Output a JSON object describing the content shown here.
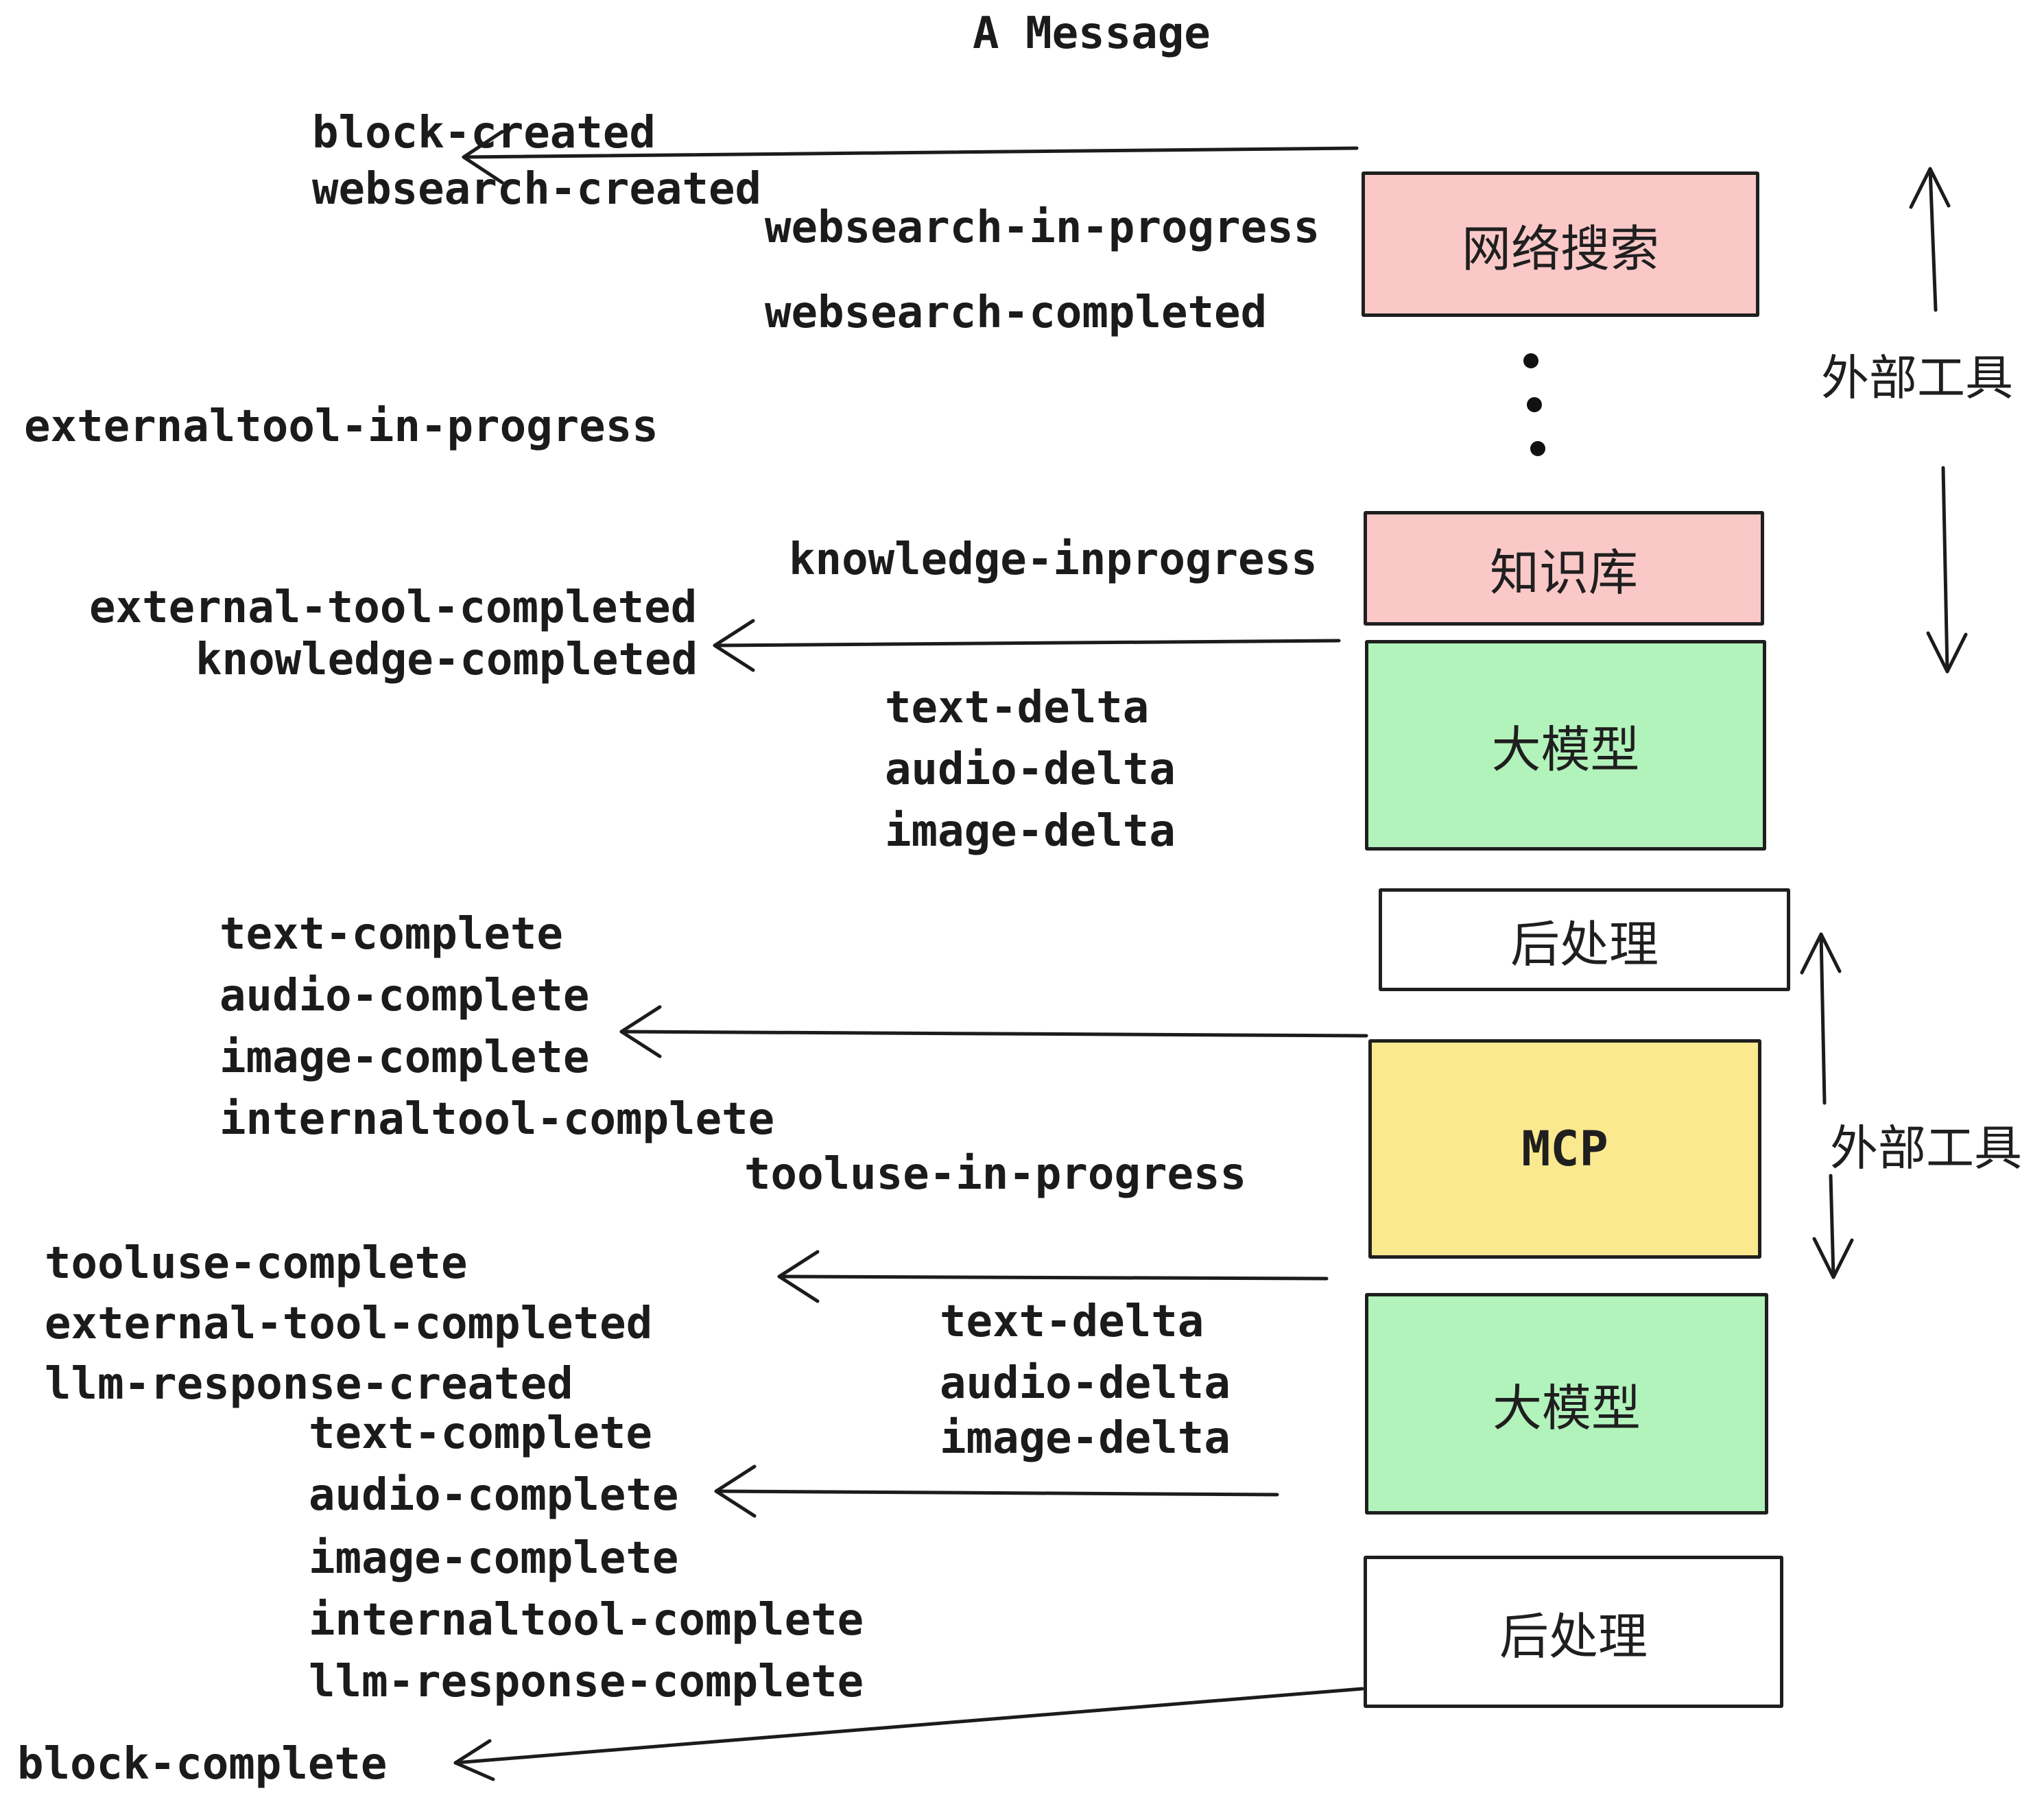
{
  "title": "A Message",
  "events": [
    {
      "id": "block-created",
      "text": "block-created"
    },
    {
      "id": "websearch-created",
      "text": "websearch-created"
    },
    {
      "id": "websearch-in-progress",
      "text": "websearch-in-progress"
    },
    {
      "id": "websearch-completed",
      "text": "websearch-completed"
    },
    {
      "id": "externaltool-in-progress",
      "text": "externaltool-in-progress"
    },
    {
      "id": "knowledge-inprogress",
      "text": "knowledge-inprogress"
    },
    {
      "id": "external-tool-completed-1",
      "text": "external-tool-completed"
    },
    {
      "id": "knowledge-completed",
      "text": "knowledge-completed"
    },
    {
      "id": "text-delta-1",
      "text": "text-delta"
    },
    {
      "id": "audio-delta-1",
      "text": "audio-delta"
    },
    {
      "id": "image-delta-1",
      "text": "image-delta"
    },
    {
      "id": "text-complete-1",
      "text": "text-complete"
    },
    {
      "id": "audio-complete-1",
      "text": "audio-complete"
    },
    {
      "id": "image-complete-1",
      "text": "image-complete"
    },
    {
      "id": "internaltool-complete-1",
      "text": "internaltool-complete"
    },
    {
      "id": "tooluse-in-progress",
      "text": "tooluse-in-progress"
    },
    {
      "id": "tooluse-complete",
      "text": "tooluse-complete"
    },
    {
      "id": "external-tool-completed-2",
      "text": "external-tool-completed"
    },
    {
      "id": "llm-response-created",
      "text": "llm-response-created"
    },
    {
      "id": "text-complete-2",
      "text": "text-complete"
    },
    {
      "id": "audio-complete-2",
      "text": "audio-complete"
    },
    {
      "id": "image-complete-2",
      "text": "image-complete"
    },
    {
      "id": "internaltool-complete-2",
      "text": "internaltool-complete"
    },
    {
      "id": "llm-response-complete",
      "text": "llm-response-complete"
    },
    {
      "id": "text-delta-2",
      "text": "text-delta"
    },
    {
      "id": "audio-delta-2",
      "text": "audio-delta"
    },
    {
      "id": "image-delta-2",
      "text": "image-delta"
    },
    {
      "id": "block-complete",
      "text": "block-complete"
    }
  ],
  "boxes": [
    {
      "name": "websearch",
      "label": "网络搜索",
      "color": "#FBC8C8"
    },
    {
      "name": "knowledge",
      "label": "知识库",
      "color": "#FBC8C8"
    },
    {
      "name": "llm-1",
      "label": "大模型",
      "color": "#B2F2BB"
    },
    {
      "name": "postprocess-1",
      "label": "后处理",
      "color": "#FFFFFF"
    },
    {
      "name": "mcp",
      "label": "MCP",
      "color": "#FAE98E"
    },
    {
      "name": "llm-2",
      "label": "大模型",
      "color": "#B2F2BB"
    },
    {
      "name": "postprocess-2",
      "label": "后处理",
      "color": "#FFFFFF"
    }
  ],
  "side_labels": [
    {
      "id": "external-tools-top",
      "text": "外部工具"
    },
    {
      "id": "external-tools-mcp",
      "text": "外部工具"
    }
  ],
  "icons": [
    {
      "name": "vertical-ellipsis",
      "glyph": "⋮"
    }
  ],
  "arrows": [
    {
      "name": "arrow-websearch-to-created",
      "from": "websearch box",
      "to": "block-created / websearch-created",
      "direction": "left"
    },
    {
      "name": "arrow-llm1-to-knowledge-completed",
      "from": "llm-1 box",
      "to": "knowledge-completed",
      "direction": "left"
    },
    {
      "name": "arrow-mcp-to-image-complete",
      "from": "mcp box top",
      "to": "image-complete",
      "direction": "left"
    },
    {
      "name": "arrow-llm2-to-tooluse-complete",
      "from": "llm-2 box top",
      "to": "tooluse-complete",
      "direction": "left"
    },
    {
      "name": "arrow-llm2-to-audio-complete",
      "from": "llm-2 box",
      "to": "audio-complete",
      "direction": "left"
    },
    {
      "name": "arrow-post2-to-block-complete",
      "from": "postprocess-2 box",
      "to": "block-complete",
      "direction": "down-left"
    },
    {
      "name": "double-arrow-external-tools-top",
      "from": "websearch box",
      "to": "knowledge box",
      "direction": "vertical-both"
    },
    {
      "name": "double-arrow-external-tools-mcp",
      "from": "mcp box top",
      "to": "mcp box bottom",
      "direction": "vertical-both"
    }
  ],
  "colors": {
    "background": "#FFFFFF",
    "pink_box": "#FBC8C8",
    "green_box": "#B2F2BB",
    "yellow_box": "#FAE98E",
    "white_box": "#FFFFFF",
    "border": "#1F1F1F",
    "text": "#1B1B1B"
  }
}
